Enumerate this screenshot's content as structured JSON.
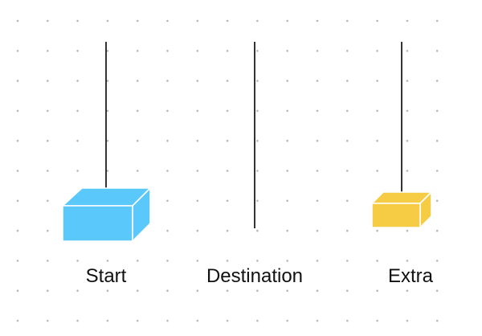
{
  "labels": {
    "start": "Start",
    "destination": "Destination",
    "extra": "Extra"
  },
  "pegs": [
    {
      "id": "start",
      "disks": [
        {
          "size": "large",
          "color": "#5AC8FA"
        }
      ]
    },
    {
      "id": "destination",
      "disks": []
    },
    {
      "id": "extra",
      "disks": [
        {
          "size": "small",
          "color": "#F7CC45"
        }
      ]
    }
  ],
  "colors": {
    "background": "#FFFFFF",
    "grid_dot": "#B8B8B8",
    "peg": "#000000",
    "disk_edge": "#FFFFFF"
  }
}
